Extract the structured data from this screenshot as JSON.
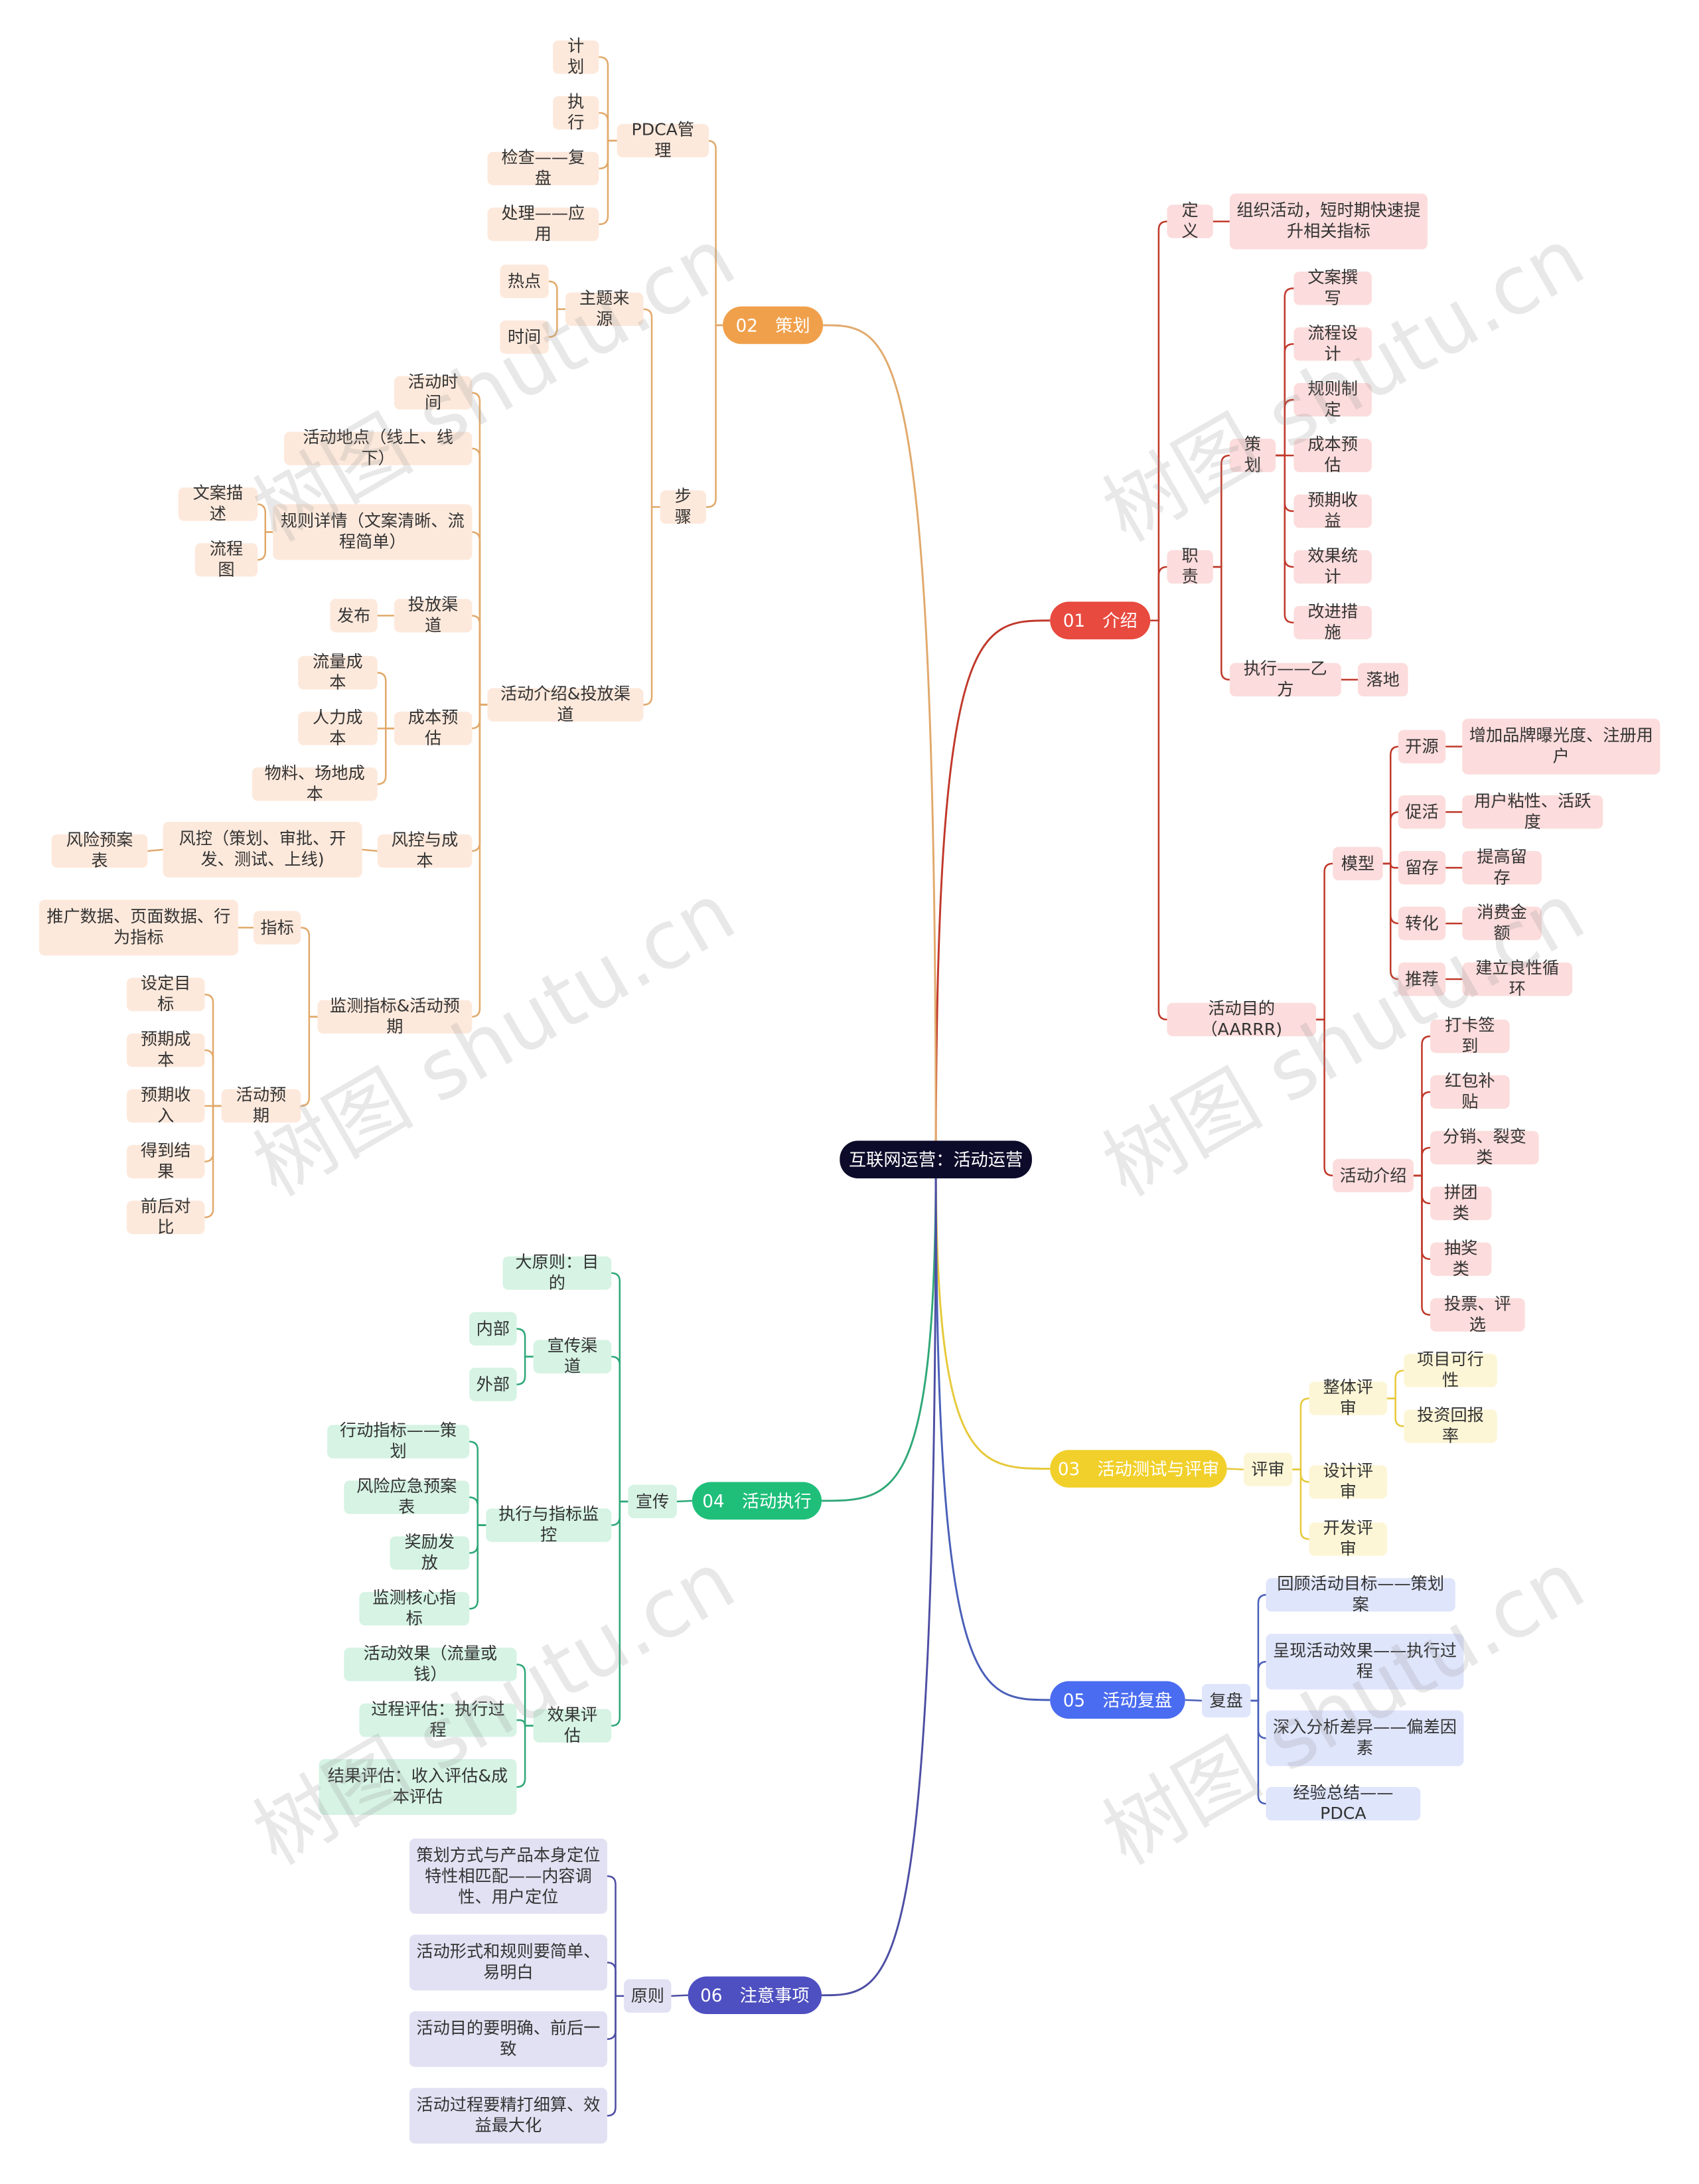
{
  "title": "互联网运营：活动运营",
  "watermark": "树图 shutu.cn",
  "colors": {
    "b1": "#e84a3f",
    "b1_leaf": "#fcdcdc",
    "b1_line": "#c0392b",
    "b2": "#f0a04b",
    "b2_leaf": "#fde9dc",
    "b2_line": "#e1a96b",
    "b3": "#f2d02b",
    "b3_leaf": "#fdf6d6",
    "b3_line": "#e6c93a",
    "b4": "#1fbf7a",
    "b4_leaf": "#d6f3e4",
    "b4_line": "#2fa877",
    "b5": "#4a6cf0",
    "b5_leaf": "#dfe5fb",
    "b5_line": "#4a5fb8",
    "b6": "#4e4fc0",
    "b6_leaf": "#e2e1f3",
    "b6_line": "#4d4ea3"
  },
  "nodes": {
    "root": "互联网运营：活动运营",
    "b1": "01　介绍",
    "b1_def": "定义",
    "b1_def_t": "组织活动，短时期快速提升相关指标",
    "b1_duty": "职责",
    "b1_plan": "策划",
    "b1_p1": "文案撰写",
    "b1_p2": "流程设计",
    "b1_p3": "规则制定",
    "b1_p4": "成本预估",
    "b1_p5": "预期收益",
    "b1_p6": "效果统计",
    "b1_p7": "改进措施",
    "b1_exec": "执行——乙方",
    "b1_land": "落地",
    "b1_goal": "活动目的（AARRR)",
    "b1_model": "模型",
    "b1_m1": "开源",
    "b1_m1t": "增加品牌曝光度、注册用户",
    "b1_m2": "促活",
    "b1_m2t": "用户粘性、活跃度",
    "b1_m3": "留存",
    "b1_m3t": "提高留存",
    "b1_m4": "转化",
    "b1_m4t": "消费金额",
    "b1_m5": "推荐",
    "b1_m5t": "建立良性循环",
    "b1_act": "活动介绍",
    "b1_a1": "打卡签到",
    "b1_a2": "红包补贴",
    "b1_a3": "分销、裂变类",
    "b1_a4": "拼团类",
    "b1_a5": "抽奖类",
    "b1_a6": "投票、评选",
    "b2": "02　策划",
    "b2_pdca": "PDCA管理",
    "b2_pd1": "计划",
    "b2_pd2": "执行",
    "b2_pd3": "检查——复盘",
    "b2_pd4": "处理——应用",
    "b2_steps": "步骤",
    "b2_theme": "主题来源",
    "b2_t1": "热点",
    "b2_t2": "时间",
    "b2_intro": "活动介绍&投放渠道",
    "b2_i1": "活动时间",
    "b2_i2": "活动地点（线上、线下）",
    "b2_i3": "规则详情（文案清晰、流程简单）",
    "b2_i3a": "文案描述",
    "b2_i3b": "流程图",
    "b2_i4": "投放渠道",
    "b2_i4a": "发布",
    "b2_i5": "成本预估",
    "b2_i5a": "流量成本",
    "b2_i5b": "人力成本",
    "b2_i5c": "物料、场地成本",
    "b2_i6": "风控与成本",
    "b2_i6a": "风控（策划、审批、开发、测试、上线)",
    "b2_i6b": "风险预案表",
    "b2_mon": "监测指标&活动预期",
    "b2_ind": "指标",
    "b2_ind_t": "推广数据、页面数据、行为指标",
    "b2_exp": "活动预期",
    "b2_e1": "设定目标",
    "b2_e2": "预期成本",
    "b2_e3": "预期收入",
    "b2_e4": "得到结果",
    "b2_e5": "前后对比",
    "b3": "03　活动测试与评审",
    "b3_rev": "评审",
    "b3_all": "整体评审",
    "b3_a1": "项目可行性",
    "b3_a2": "投资回报率",
    "b3_des": "设计评审",
    "b3_dev": "开发评审",
    "b4": "04　活动执行",
    "b4_pub": "宣传",
    "b4_rule": "大原则：目的",
    "b4_ch": "宣传渠道",
    "b4_ch1": "内部",
    "b4_ch2": "外部",
    "b4_mon": "执行与指标监控",
    "b4_mo1": "行动指标——策划",
    "b4_mo2": "风险应急预案表",
    "b4_mo3": "奖励发放",
    "b4_mo4": "监测核心指标",
    "b4_eval": "效果评估",
    "b4_ev1": "活动效果（流量或钱）",
    "b4_ev2": "过程评估：执行过程",
    "b4_ev3": "结果评估：收入评估&成本评估",
    "b5": "05　活动复盘",
    "b5_rev": "复盘",
    "b5_r1": "回顾活动目标——策划案",
    "b5_r2": "呈现活动效果——执行过程",
    "b5_r3": "深入分析差异——偏差因素",
    "b5_r4": "经验总结——PDCA",
    "b6": "06　注意事项",
    "b6_pr": "原则",
    "b6_p1": "策划方式与产品本身定位特性相匹配——内容调性、用户定位",
    "b6_p2": "活动形式和规则要简单、易明白",
    "b6_p3": "活动目的要明确、前后一致",
    "b6_p4": "活动过程要精打细算、效益最大化"
  }
}
